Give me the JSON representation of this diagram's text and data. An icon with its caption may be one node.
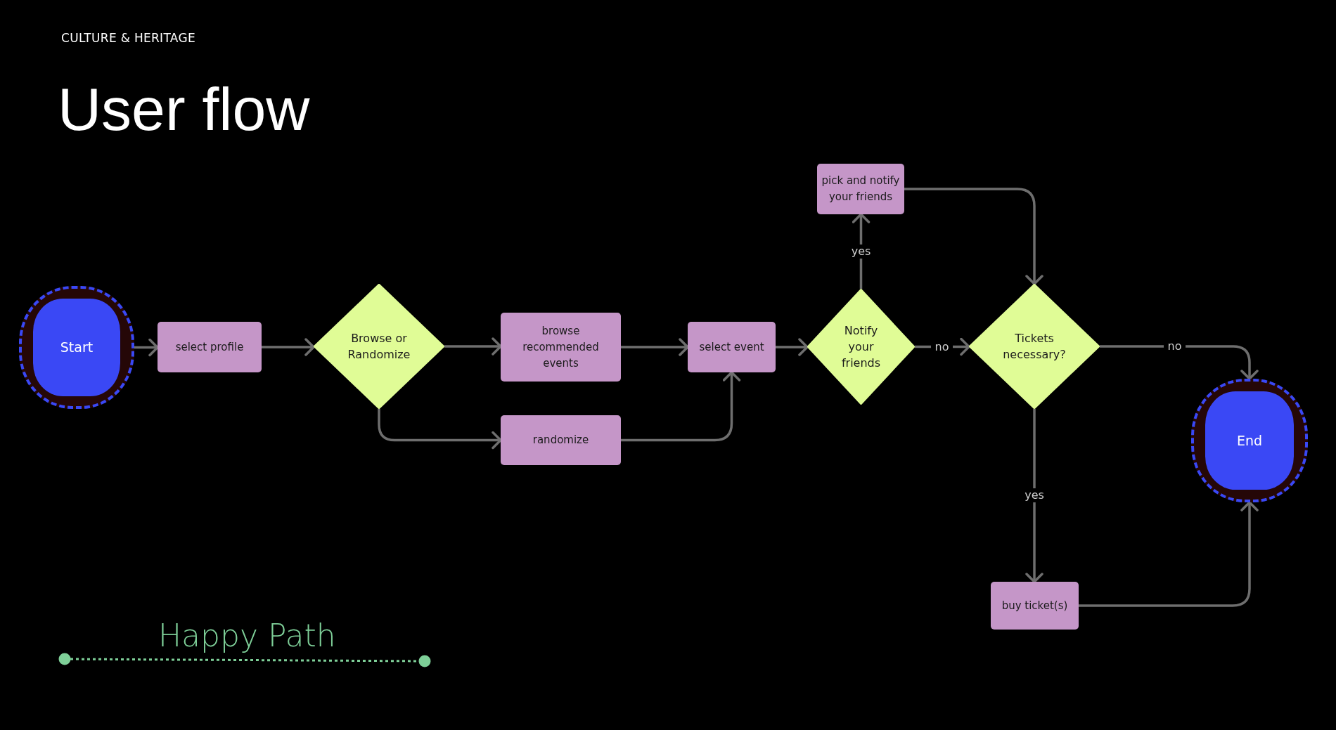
{
  "diagram": {
    "title": "User flow",
    "nodes": [
      {
        "text": [
          "Start"
        ]
      },
      {
        "text": [
          "select profile"
        ]
      },
      {
        "text": [
          "Browse or Randomize"
        ]
      },
      {
        "text": [
          "browse recommended events"
        ]
      },
      {
        "text": [
          "randomize"
        ]
      },
      {
        "text": [
          "select event"
        ]
      },
      {
        "text": [
          "Notify your friends"
        ]
      },
      {
        "text": [
          "pick and notify your friends"
        ]
      },
      {
        "text": [
          "Tickets necessary?"
        ]
      },
      {
        "text": [
          "End"
        ]
      },
      {
        "text": [
          "buy ticket(s)"
        ]
      }
    ],
    "edges": [
      {
        "from": 0,
        "to": 1,
        "arrow": "to"
      },
      {
        "from": 1,
        "to": 2,
        "arrow": "to"
      },
      {
        "from": 2,
        "to": 3,
        "arrow": "to"
      },
      {
        "from": 2,
        "to": 4,
        "arrow": "to"
      },
      {
        "from": 3,
        "to": 5,
        "arrow": "to"
      },
      {
        "from": 4,
        "to": 5,
        "arrow": "to"
      },
      {
        "from": 5,
        "to": 6,
        "arrow": "to"
      },
      {
        "from": 6,
        "to": 7,
        "arrow": "to",
        "label": "yes"
      },
      {
        "from": 6,
        "to": 8,
        "arrow": "to",
        "label": "no"
      },
      {
        "from": 7,
        "to": 8,
        "arrow": "to"
      },
      {
        "from": 8,
        "to": 9,
        "arrow": "to",
        "label": "no"
      },
      {
        "from": 8,
        "to": 10,
        "arrow": "to",
        "label": "yes"
      },
      {
        "from": 10,
        "to": 9,
        "arrow": "to"
      }
    ],
    "labels": [
      "CULTURE & HERITAGE"
    ],
    "legend": [
      {
        "text": "Happy Path"
      }
    ]
  }
}
